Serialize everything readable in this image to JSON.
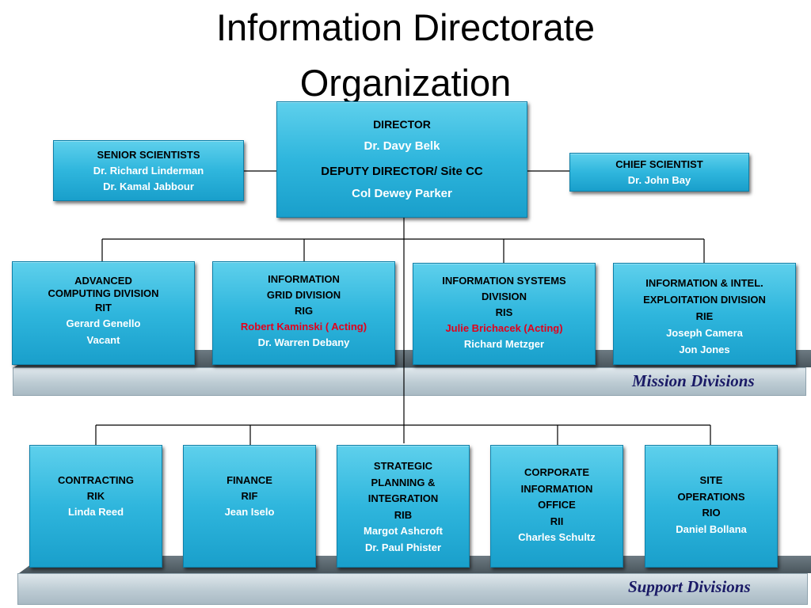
{
  "title": {
    "line1": "Information Directorate",
    "line2": "Organization"
  },
  "director": {
    "role": "DIRECTOR",
    "name": "Dr. Davy Belk",
    "deputy_role": "DEPUTY DIRECTOR/ Site CC",
    "deputy_name": "Col Dewey Parker"
  },
  "senior_scientists": {
    "role": "SENIOR SCIENTISTS",
    "names": [
      "Dr. Richard Linderman",
      "Dr. Kamal Jabbour"
    ]
  },
  "chief_scientist": {
    "role": "CHIEF SCIENTIST",
    "name": "Dr. John Bay"
  },
  "mission_divisions": {
    "label": "Mission Divisions",
    "items": [
      {
        "title": [
          "ADVANCED",
          "COMPUTING DIVISION",
          "RIT"
        ],
        "acting": "",
        "names": [
          "Gerard Genello",
          "Vacant"
        ]
      },
      {
        "title": [
          "INFORMATION",
          "GRID DIVISION",
          "RIG"
        ],
        "acting": "Robert Kaminski ( Acting)",
        "names": [
          "Dr. Warren Debany"
        ]
      },
      {
        "title": [
          "INFORMATION SYSTEMS",
          "DIVISION",
          "RIS"
        ],
        "acting": "Julie Brichacek (Acting)",
        "names": [
          "Richard Metzger"
        ]
      },
      {
        "title": [
          "INFORMATION & INTEL.",
          "EXPLOITATION DIVISION",
          "RIE"
        ],
        "acting": "",
        "names": [
          "Joseph Camera",
          "Jon Jones"
        ]
      }
    ]
  },
  "support_divisions": {
    "label": "Support Divisions",
    "items": [
      {
        "title": [
          "CONTRACTING",
          "RIK"
        ],
        "names": [
          "Linda Reed"
        ]
      },
      {
        "title": [
          "FINANCE",
          "RIF"
        ],
        "names": [
          "Jean Iselo"
        ]
      },
      {
        "title": [
          "STRATEGIC",
          "PLANNING &",
          "INTEGRATION",
          "RIB"
        ],
        "names": [
          "Margot Ashcroft",
          "Dr. Paul Phister"
        ]
      },
      {
        "title": [
          "CORPORATE",
          "INFORMATION",
          "OFFICE",
          "RII"
        ],
        "names": [
          "Charles Schultz"
        ]
      },
      {
        "title": [
          "SITE",
          "OPERATIONS",
          "RIO"
        ],
        "names": [
          "Daniel Bollana"
        ]
      }
    ]
  }
}
